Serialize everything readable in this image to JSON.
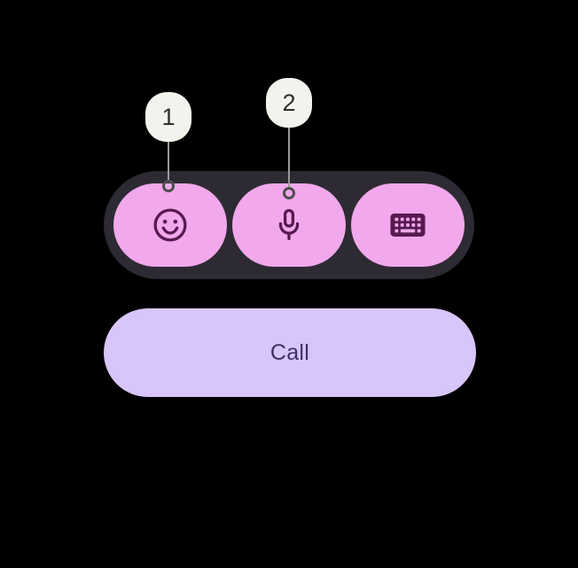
{
  "toolbar": {
    "buttons": [
      {
        "id": "emoji",
        "icon": "emoji-icon"
      },
      {
        "id": "voice-input",
        "icon": "microphone-icon"
      },
      {
        "id": "keyboard",
        "icon": "keyboard-icon"
      }
    ]
  },
  "annotations": {
    "callouts": [
      {
        "label": "1",
        "target": "emoji-button"
      },
      {
        "label": "2",
        "target": "voice-input-button"
      }
    ]
  },
  "actions": {
    "call_label": "Call"
  },
  "colors": {
    "background": "#000000",
    "toolbar_bg": "#2e2a33",
    "button_pink": "#f1a8ec",
    "icon_color": "#561a50",
    "call_bg": "#d8c5f9",
    "call_text": "#3c3163",
    "callout_bg": "#f3f2ed",
    "callout_text": "#2f2f2f",
    "connector": "#9a9a9a",
    "marker_ring": "#4d4d4d"
  }
}
